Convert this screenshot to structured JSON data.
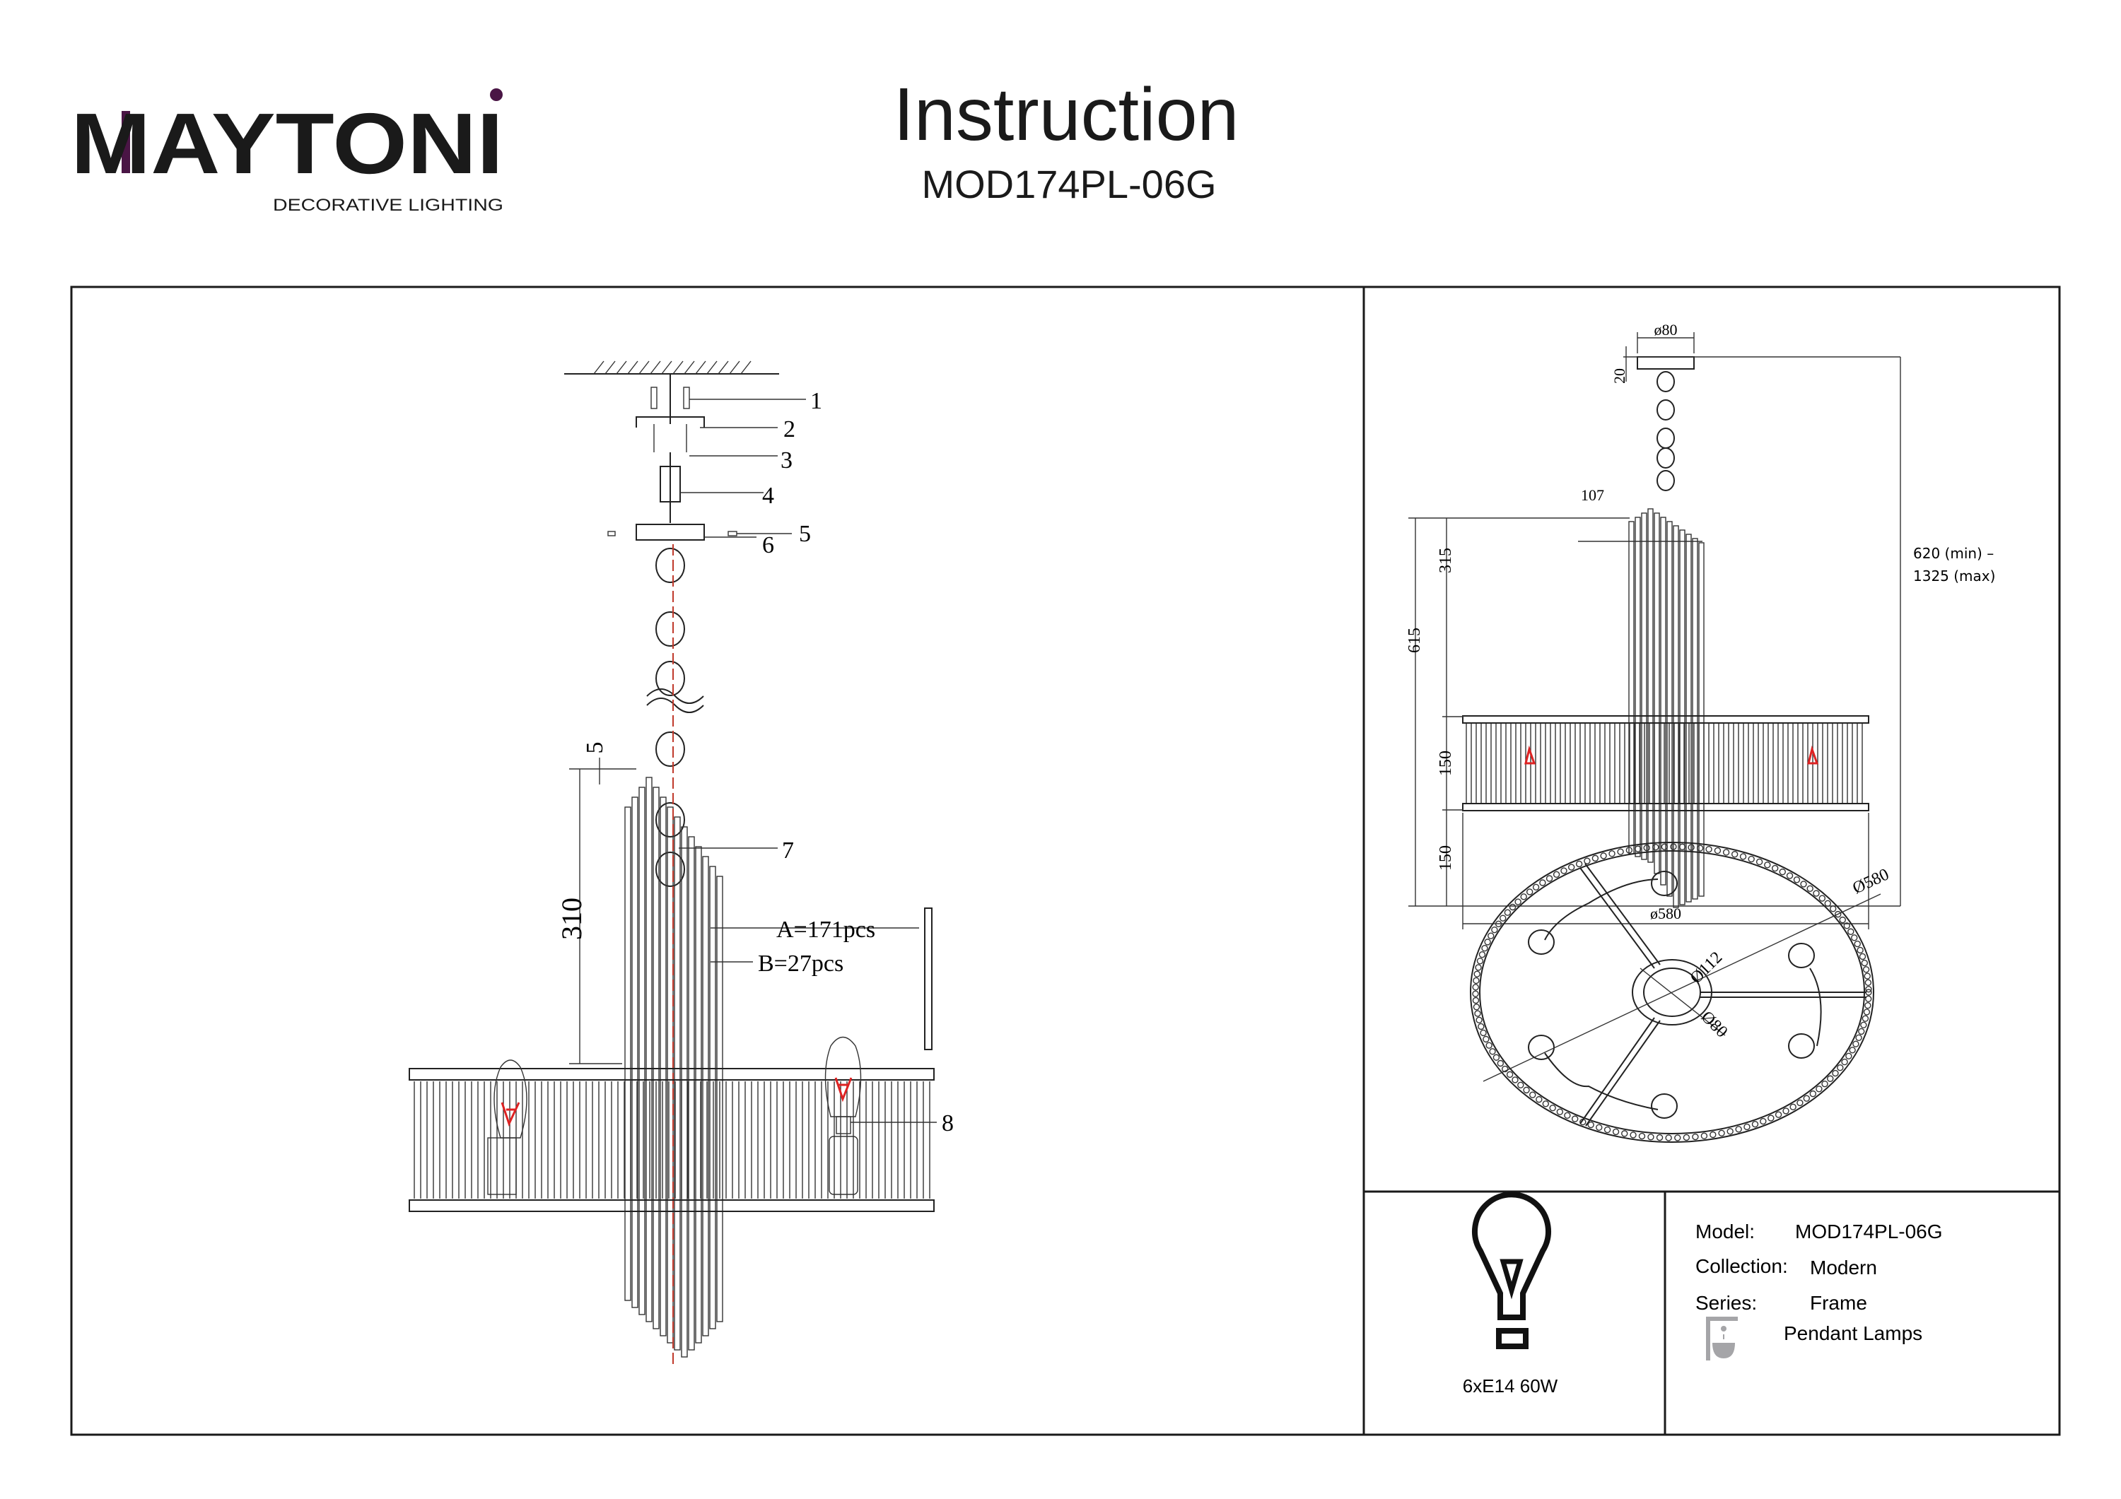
{
  "header": {
    "brand": "MAYTONI",
    "tagline": "DECORATIVE LIGHTING",
    "title": "Instruction",
    "model_code": "MOD174PL-06G",
    "brand_accent_color": "#4a1545"
  },
  "assembly": {
    "callouts": [
      "1",
      "2",
      "3",
      "4",
      "5",
      "6",
      "7",
      "8"
    ],
    "dim_310": "310",
    "dim_5": "5",
    "crystal_a": "A=171pcs",
    "crystal_b": "B=27pcs"
  },
  "side_view": {
    "d80": "ø80",
    "h20": "20",
    "w107": "107",
    "h315": "315",
    "h615": "615",
    "h150_top": "150",
    "h150_bottom": "150",
    "height_min": "620 (min) –",
    "height_max": "1325 (max)",
    "d580": "ø580"
  },
  "bottom_view": {
    "d580": "Ø580",
    "d112": "Ø112",
    "d80": "Ø80"
  },
  "bulb": {
    "icon": "light-bulb-icon",
    "spec": "6xE14 60W"
  },
  "specs": {
    "model_label": "Model:",
    "model_value": "MOD174PL-06G",
    "collection_label": "Collection:",
    "collection_value": "Modern",
    "series_label": "Series:",
    "series_value": "Frame",
    "type_icon": "pendant-lamp-icon",
    "type_value": "Pendant Lamps"
  }
}
